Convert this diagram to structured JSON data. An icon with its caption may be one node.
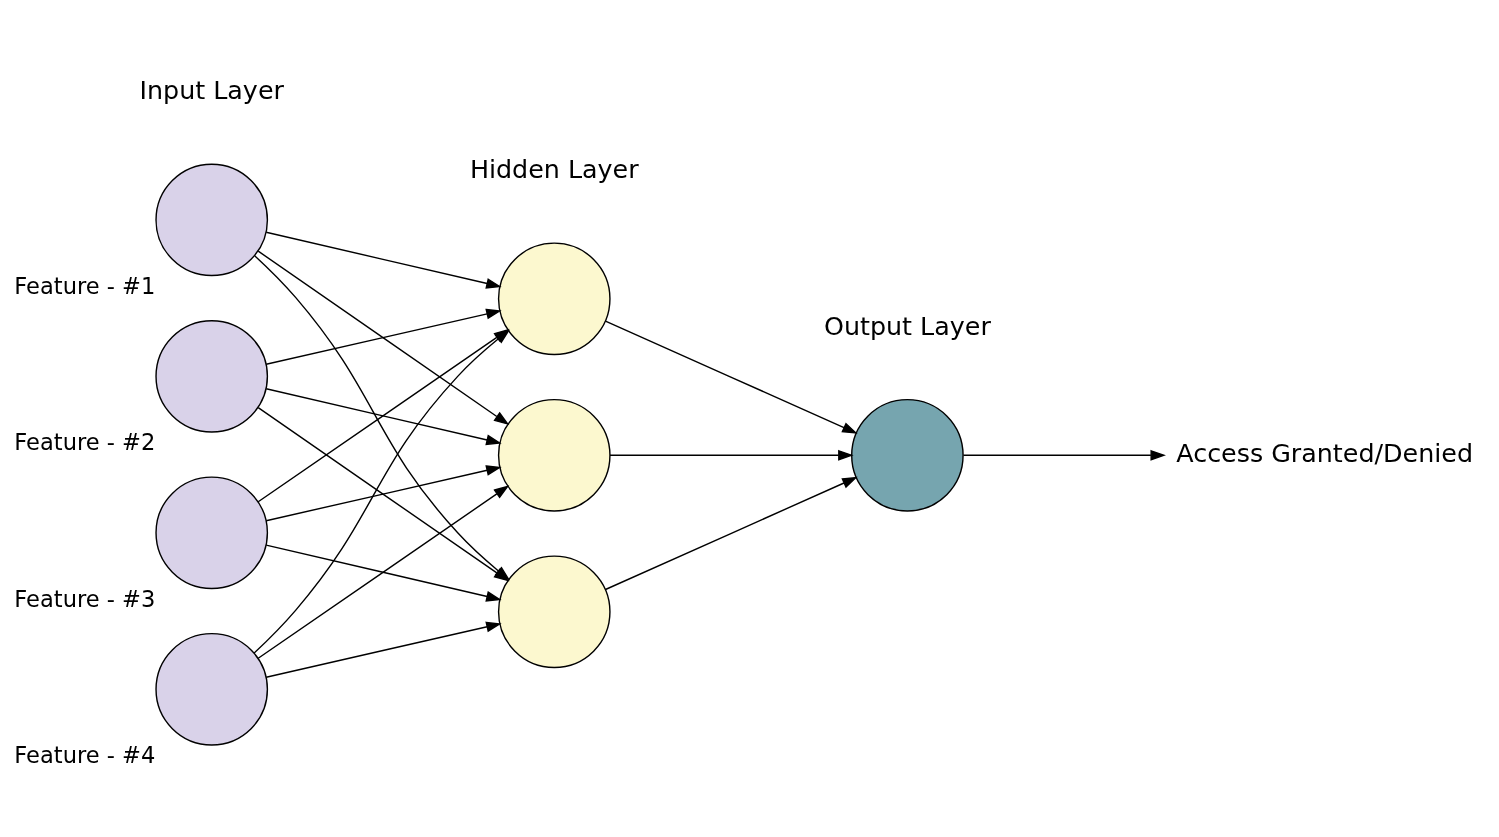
{
  "diagram": {
    "nodes": [
      {
        "text": [],
        "shape": "circle",
        "beside": [
          "Feature - #1"
        ]
      },
      {
        "text": [],
        "shape": "circle",
        "beside": [
          "Feature - #2"
        ]
      },
      {
        "text": [],
        "shape": "circle",
        "beside": [
          "Feature - #3"
        ]
      },
      {
        "text": [],
        "shape": "circle",
        "beside": [
          "Feature - #4"
        ]
      },
      {
        "text": [],
        "shape": "circle"
      },
      {
        "text": [],
        "shape": "circle"
      },
      {
        "text": [],
        "shape": "circle"
      },
      {
        "text": [],
        "shape": "circle"
      },
      {
        "text": [
          "Access Granted/Denied"
        ]
      }
    ],
    "edges": [
      {
        "from": 0,
        "to": 4,
        "arrow": "to"
      },
      {
        "from": 0,
        "to": 5,
        "arrow": "to"
      },
      {
        "from": 0,
        "to": 6,
        "arrow": "to"
      },
      {
        "from": 1,
        "to": 4,
        "arrow": "to"
      },
      {
        "from": 1,
        "to": 5,
        "arrow": "to"
      },
      {
        "from": 1,
        "to": 6,
        "arrow": "to"
      },
      {
        "from": 2,
        "to": 4,
        "arrow": "to"
      },
      {
        "from": 2,
        "to": 5,
        "arrow": "to"
      },
      {
        "from": 2,
        "to": 6,
        "arrow": "to"
      },
      {
        "from": 3,
        "to": 4,
        "arrow": "to"
      },
      {
        "from": 3,
        "to": 5,
        "arrow": "to"
      },
      {
        "from": 3,
        "to": 6,
        "arrow": "to"
      },
      {
        "from": 4,
        "to": 7,
        "arrow": "to"
      },
      {
        "from": 5,
        "to": 7,
        "arrow": "to"
      },
      {
        "from": 6,
        "to": 7,
        "arrow": "to"
      },
      {
        "from": 7,
        "to": 8,
        "arrow": "to"
      }
    ],
    "labels": [
      "Input Layer",
      "Hidden Layer",
      "Output Layer"
    ]
  }
}
